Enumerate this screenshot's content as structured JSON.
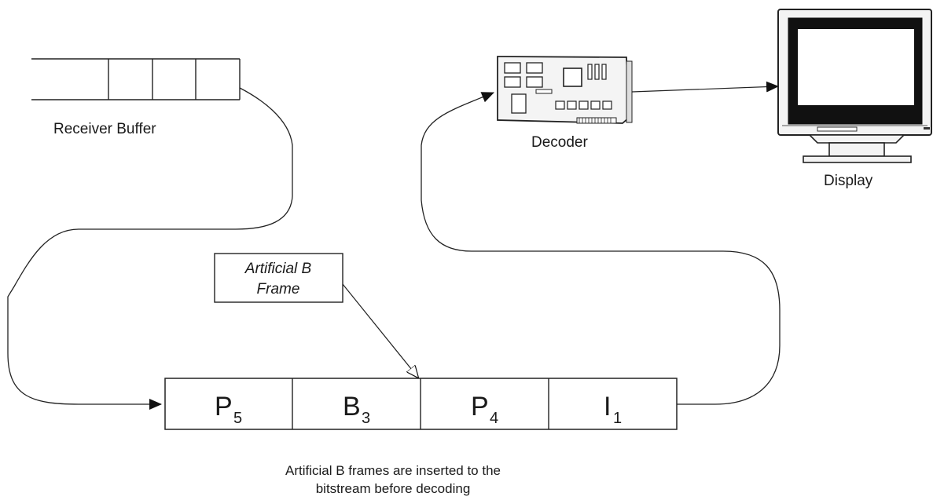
{
  "labels": {
    "receiver_buffer": "Receiver Buffer",
    "decoder": "Decoder",
    "display": "Display",
    "callout_line1": "Artificial B",
    "callout_line2": "Frame"
  },
  "frames": [
    {
      "letter": "P",
      "sub": "5"
    },
    {
      "letter": "B",
      "sub": "3"
    },
    {
      "letter": "P",
      "sub": "4"
    },
    {
      "letter": "I",
      "sub": "1"
    }
  ],
  "caption": {
    "line1": "Artificial B frames are inserted to the",
    "line2": "bitstream before decoding"
  }
}
